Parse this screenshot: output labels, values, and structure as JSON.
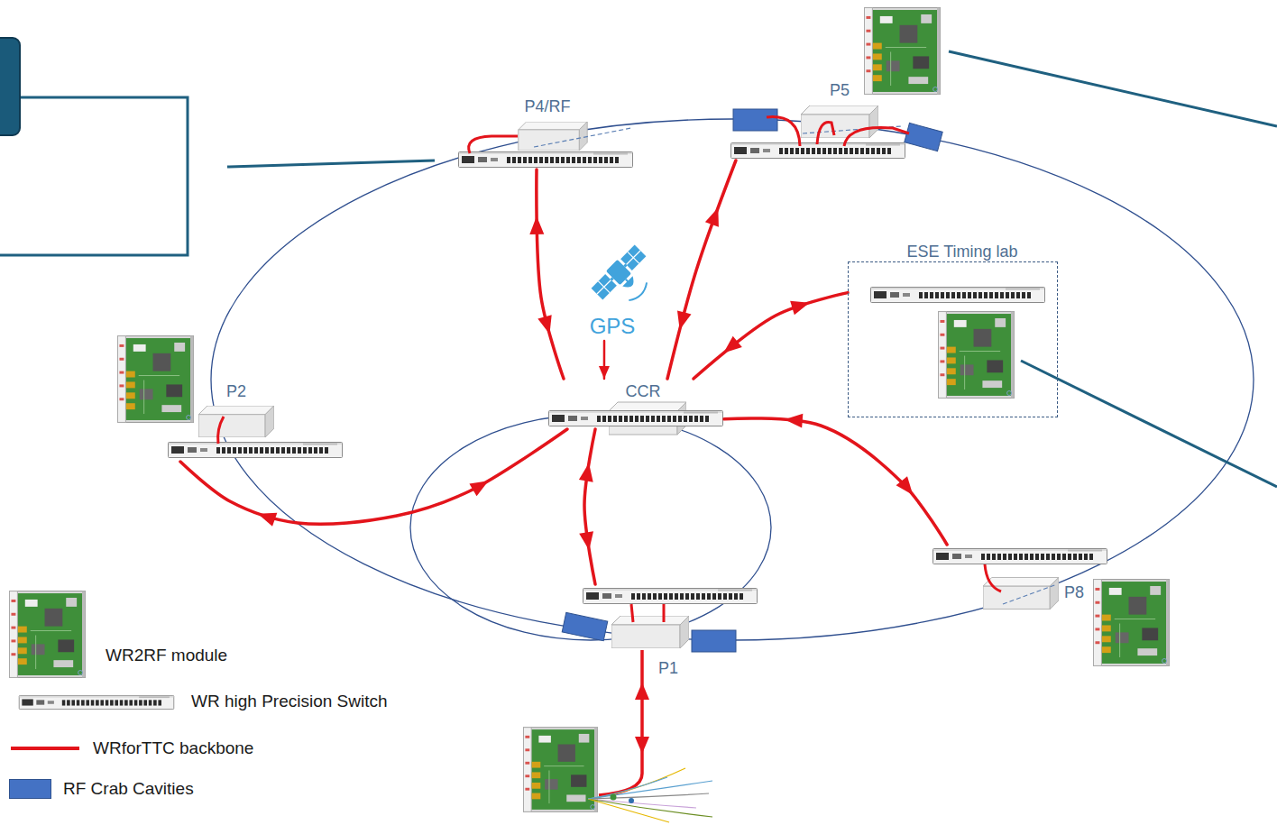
{
  "diagram": {
    "nodes": [
      {
        "text": [
          "P4/RF"
        ]
      },
      {
        "text": [
          "P5"
        ]
      },
      {
        "text": [
          "ESE Timing lab"
        ]
      },
      {
        "text": [
          "GPS"
        ]
      },
      {
        "text": [
          "CCR"
        ]
      },
      {
        "text": [
          "P2"
        ]
      },
      {
        "text": [
          "P1"
        ]
      },
      {
        "text": [
          "P8"
        ]
      }
    ],
    "edges": [
      {
        "from": 3,
        "to": 4,
        "arrow": "to"
      },
      {
        "from": 4,
        "to": 0,
        "arrow": "both"
      },
      {
        "from": 4,
        "to": 1,
        "arrow": "both"
      },
      {
        "from": 4,
        "to": 2,
        "arrow": "both"
      },
      {
        "from": 4,
        "to": 5,
        "arrow": "both"
      },
      {
        "from": 4,
        "to": 6,
        "arrow": "both"
      },
      {
        "from": 4,
        "to": 7,
        "arrow": "both"
      }
    ],
    "legend": [
      {
        "text": "WR2RF module"
      },
      {
        "text": "WR high Precision Switch"
      },
      {
        "text": "WRforTTC backbone"
      },
      {
        "text": "RF Crab Cavities",
        "color": "#4472c4"
      }
    ]
  }
}
